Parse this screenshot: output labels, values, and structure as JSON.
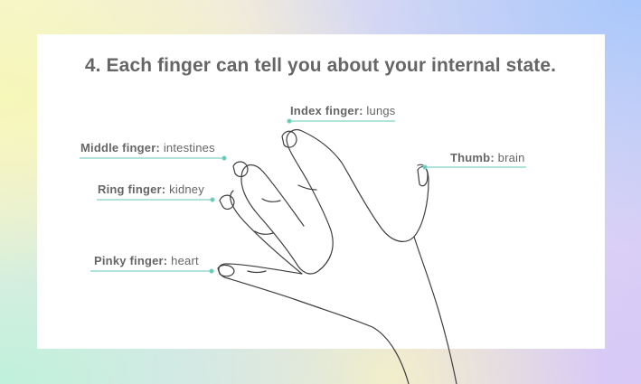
{
  "title": "4. Each finger can tell you about your internal state.",
  "fingers": [
    {
      "name": "Index finger:",
      "organ": "lungs"
    },
    {
      "name": "Middle finger:",
      "organ": "intestines"
    },
    {
      "name": "Thumb:",
      "organ": "brain"
    },
    {
      "name": "Ring finger:",
      "organ": "kidney"
    },
    {
      "name": "Pinky finger:",
      "organ": "heart"
    }
  ],
  "colors": {
    "text": "#666666",
    "leader_line": "#7fd3c4",
    "leader_dot": "#5cc7b5",
    "outline": "#3f3f3f",
    "card": "#ffffff"
  }
}
